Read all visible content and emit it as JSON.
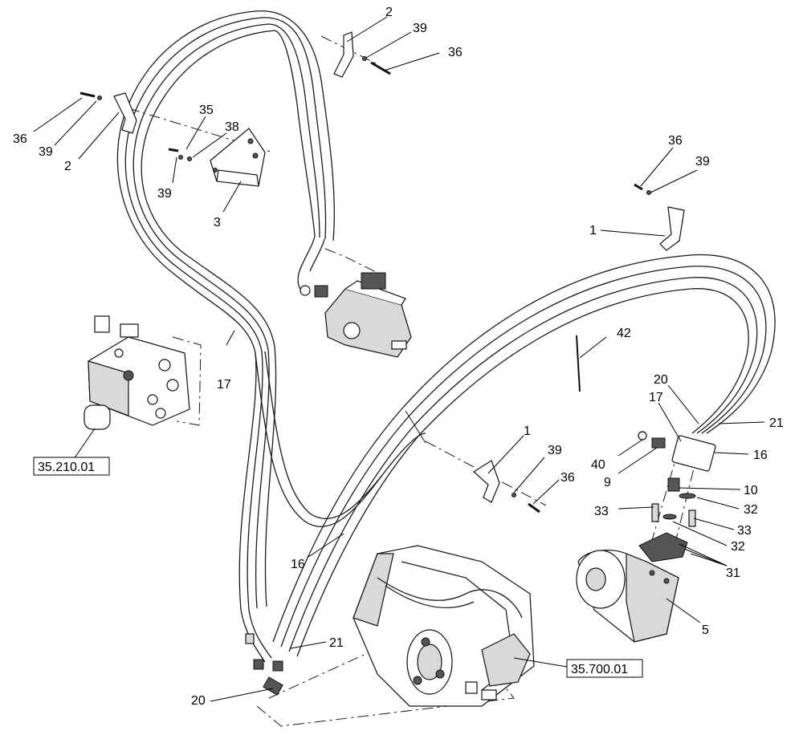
{
  "callouts": {
    "c1_top": "1",
    "c1_mid": "1",
    "c2_top": "2",
    "c2_left": "2",
    "c3": "3",
    "c5": "5",
    "c9": "9",
    "c10": "10",
    "c16_left": "16",
    "c16_right": "16",
    "c17_left": "17",
    "c17_right": "17",
    "c20_right": "20",
    "c20_bottom": "20",
    "c21_right": "21",
    "c21_bottom": "21",
    "c31": "31",
    "c32_a": "32",
    "c32_b": "32",
    "c33_a": "33",
    "c33_b": "33",
    "c35": "35",
    "c36_top": "36",
    "c36_left": "36",
    "c36_right": "36",
    "c36_mid": "36",
    "c38": "38",
    "c39_top": "39",
    "c39_left": "39",
    "c39_mid_left": "39",
    "c39_right": "39",
    "c39_mid": "39",
    "c40": "40",
    "c42": "42"
  },
  "references": {
    "valve_ref": "35.210.01",
    "motor_ref": "35.700.01"
  }
}
